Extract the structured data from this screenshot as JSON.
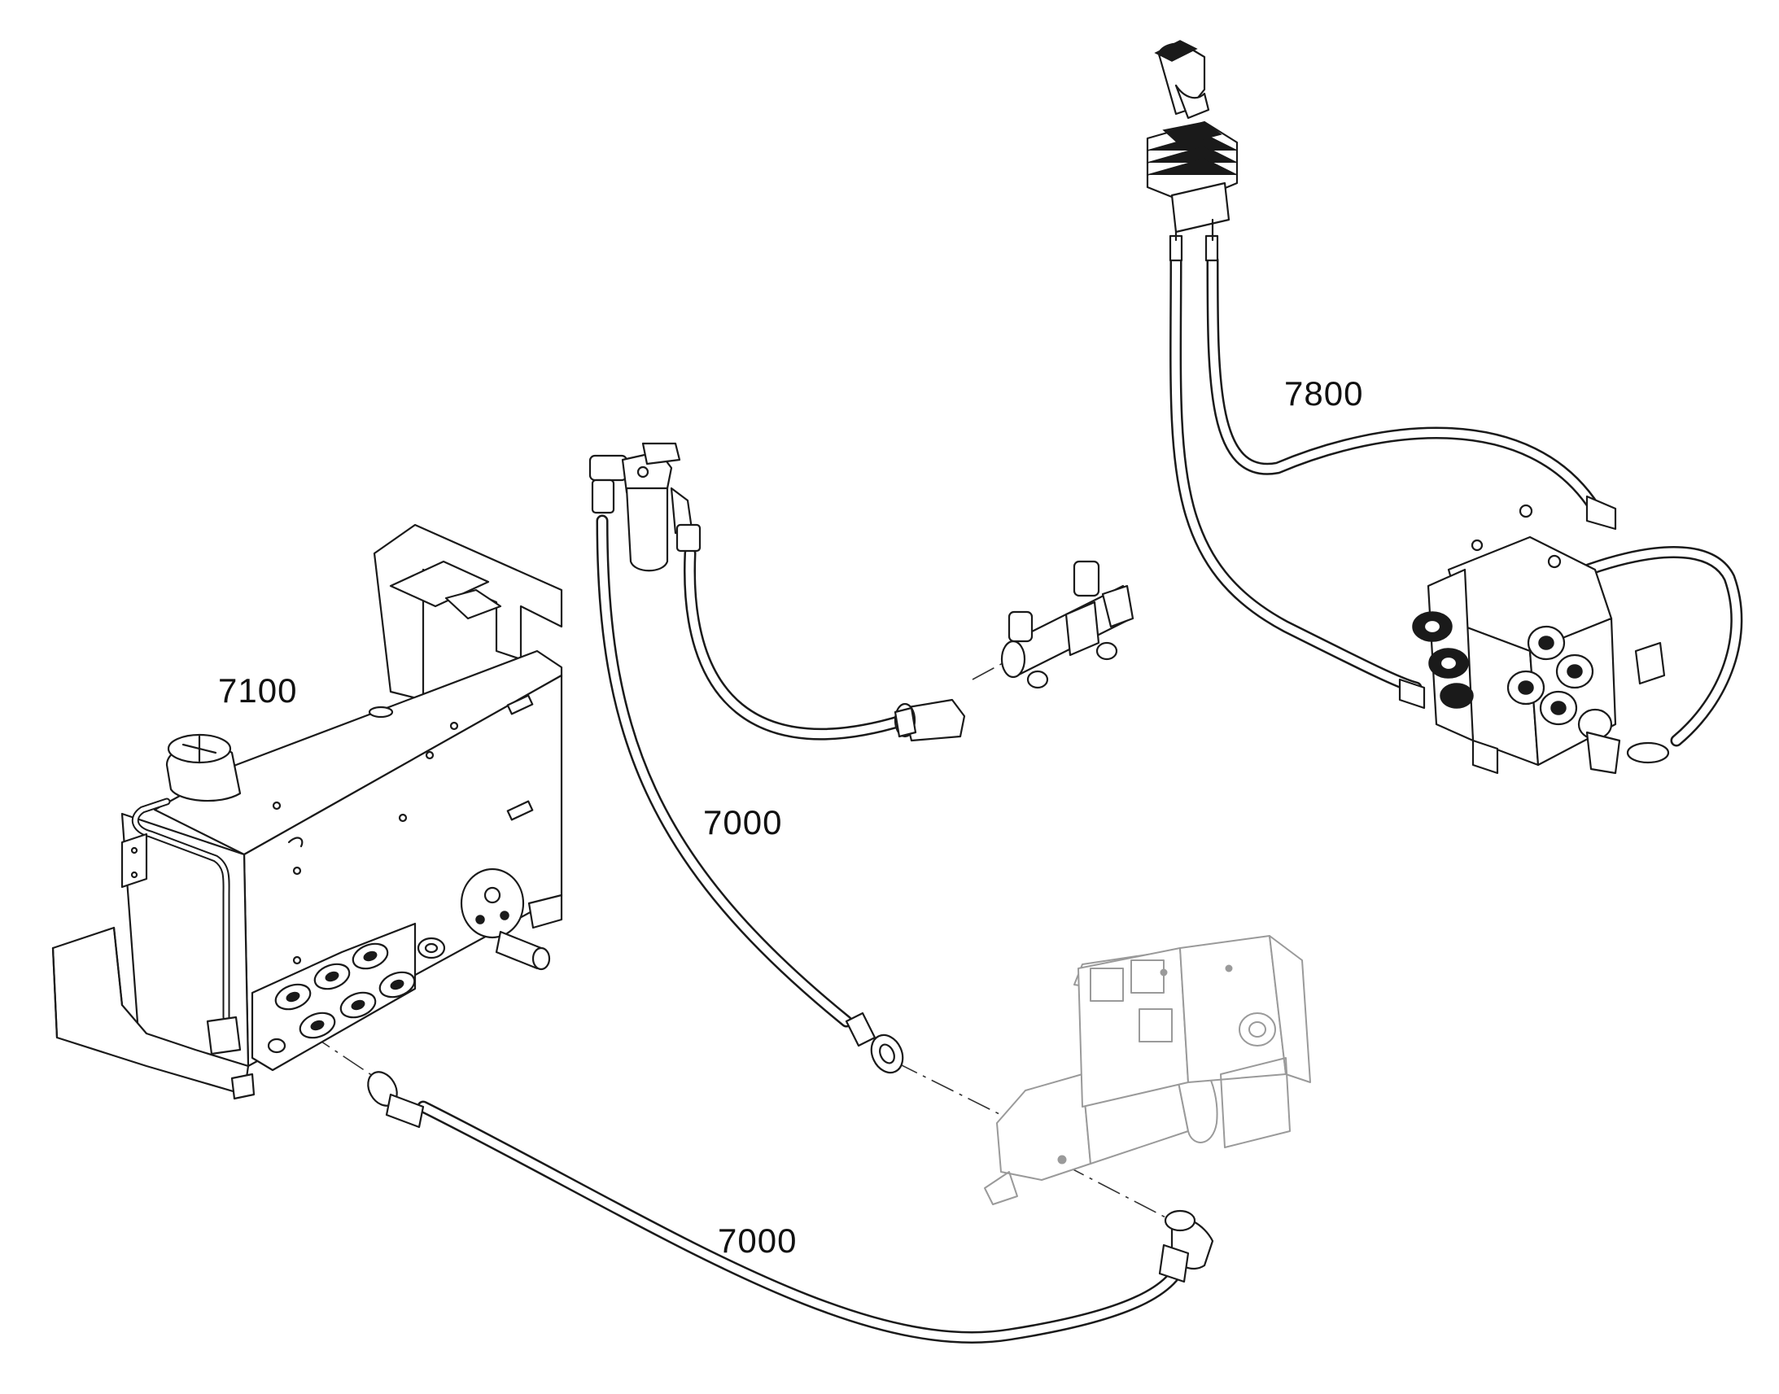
{
  "callouts": {
    "c7100": "7100",
    "c7000_upper": "7000",
    "c7000_lower": "7000",
    "c7800": "7800"
  },
  "colors": {
    "line": "#1a1a1a",
    "ghost_part": "#9a9a9a",
    "background": "#ffffff"
  }
}
